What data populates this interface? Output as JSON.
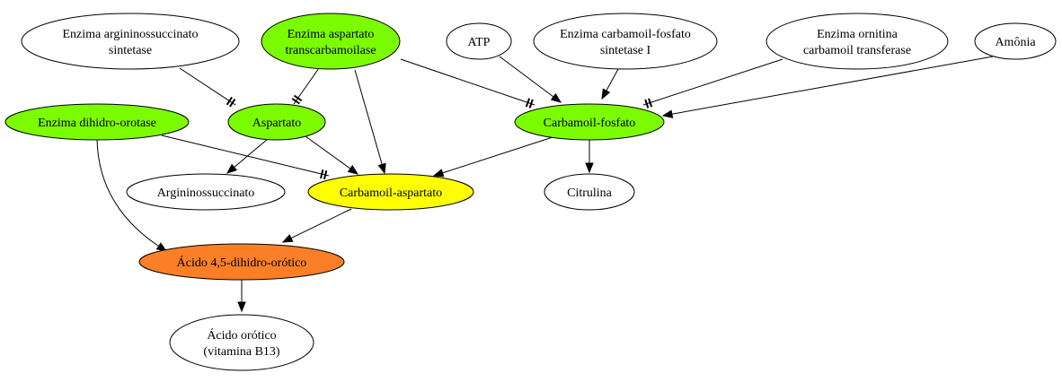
{
  "colors": {
    "enzyme_green": "#7cfc00",
    "intermediate_yellow": "#ffff00",
    "product_orange": "#fa7f27",
    "default_white": "#ffffff"
  },
  "nodes": {
    "enz_argsucc": {
      "lines": [
        "Enzima argininossuccinato",
        "sintetase"
      ],
      "fill": "#ffffff"
    },
    "enz_asp_trans": {
      "lines": [
        "Enzima aspartato",
        "transcarbamoilase"
      ],
      "fill": "#7cfc00"
    },
    "atp": {
      "lines": [
        "ATP"
      ],
      "fill": "#ffffff"
    },
    "enz_carb_sint": {
      "lines": [
        "Enzima carbamoil-fosfato",
        "sintetase I"
      ],
      "fill": "#ffffff"
    },
    "enz_orn": {
      "lines": [
        "Enzima ornitina",
        "carbamoil transferase"
      ],
      "fill": "#ffffff"
    },
    "amonia": {
      "lines": [
        "Amônia"
      ],
      "fill": "#ffffff"
    },
    "enz_dihidro": {
      "lines": [
        "Enzima dihidro-orotase"
      ],
      "fill": "#7cfc00"
    },
    "aspartato": {
      "lines": [
        "Aspartato"
      ],
      "fill": "#7cfc00"
    },
    "carbamoil_fosfato": {
      "lines": [
        "Carbamoil-fosfato"
      ],
      "fill": "#7cfc00"
    },
    "argininossuccinato": {
      "lines": [
        "Argininossuccinato"
      ],
      "fill": "#ffffff"
    },
    "carbamoil_aspartato": {
      "lines": [
        "Carbamoil-aspartato"
      ],
      "fill": "#ffff00"
    },
    "citrulina": {
      "lines": [
        "Citrulina"
      ],
      "fill": "#ffffff"
    },
    "acido_dihidro": {
      "lines": [
        "Ácido 4,5-dihidro-orótico"
      ],
      "fill": "#fa7f27"
    },
    "acido_orotico": {
      "lines": [
        "Ácido orótico",
        "(vitamina B13)"
      ],
      "fill": "#ffffff"
    }
  },
  "edges": [
    {
      "from": "enz_argsucc",
      "to": "aspartato",
      "head": "tee"
    },
    {
      "from": "enz_asp_trans",
      "to": "aspartato",
      "head": "tee"
    },
    {
      "from": "enz_asp_trans",
      "to": "carbamoil_fosfato",
      "head": "tee"
    },
    {
      "from": "enz_asp_trans",
      "to": "carbamoil_aspartato",
      "head": "arrow"
    },
    {
      "from": "atp",
      "to": "carbamoil_fosfato",
      "head": "arrow"
    },
    {
      "from": "enz_carb_sint",
      "to": "carbamoil_fosfato",
      "head": "arrow"
    },
    {
      "from": "enz_orn",
      "to": "carbamoil_fosfato",
      "head": "tee"
    },
    {
      "from": "amonia",
      "to": "carbamoil_fosfato",
      "head": "arrow"
    },
    {
      "from": "enz_dihidro",
      "to": "carbamoil_aspartato",
      "head": "tee"
    },
    {
      "from": "enz_dihidro",
      "to": "acido_dihidro",
      "head": "arrow"
    },
    {
      "from": "aspartato",
      "to": "argininossuccinato",
      "head": "arrow"
    },
    {
      "from": "aspartato",
      "to": "carbamoil_aspartato",
      "head": "arrow"
    },
    {
      "from": "carbamoil_fosfato",
      "to": "carbamoil_aspartato",
      "head": "arrow"
    },
    {
      "from": "carbamoil_fosfato",
      "to": "citrulina",
      "head": "arrow"
    },
    {
      "from": "carbamoil_aspartato",
      "to": "acido_dihidro",
      "head": "arrow"
    },
    {
      "from": "acido_dihidro",
      "to": "acido_orotico",
      "head": "arrow"
    }
  ]
}
